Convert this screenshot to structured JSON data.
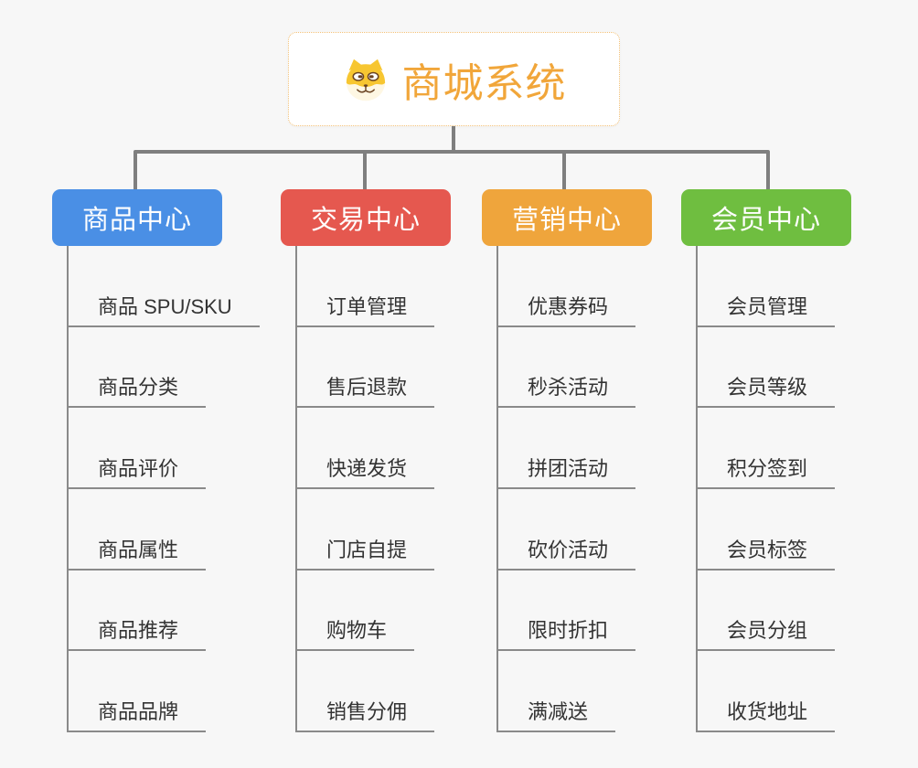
{
  "page": {
    "background": "#f7f7f7",
    "connector_color": "#7f7f7f",
    "underline_color": "#8a8a8a"
  },
  "root": {
    "title": "商城系统",
    "accent_color": "#f1a63a",
    "border_color": "#f3c177",
    "icon": "shiba-dog-icon"
  },
  "branches": [
    {
      "label": "商品中心",
      "color": "#4a8fe5",
      "children": [
        "商品 SPU/SKU",
        "商品分类",
        "商品评价",
        "商品属性",
        "商品推荐",
        "商品品牌"
      ]
    },
    {
      "label": "交易中心",
      "color": "#e5584f",
      "children": [
        "订单管理",
        "售后退款",
        "快递发货",
        "门店自提",
        "购物车",
        "销售分佣"
      ]
    },
    {
      "label": "营销中心",
      "color": "#efa53c",
      "children": [
        "优惠券码",
        "秒杀活动",
        "拼团活动",
        "砍价活动",
        "限时折扣",
        "满减送"
      ]
    },
    {
      "label": "会员中心",
      "color": "#6fbe40",
      "children": [
        "会员管理",
        "会员等级",
        "积分签到",
        "会员标签",
        "会员分组",
        "收货地址"
      ]
    }
  ]
}
